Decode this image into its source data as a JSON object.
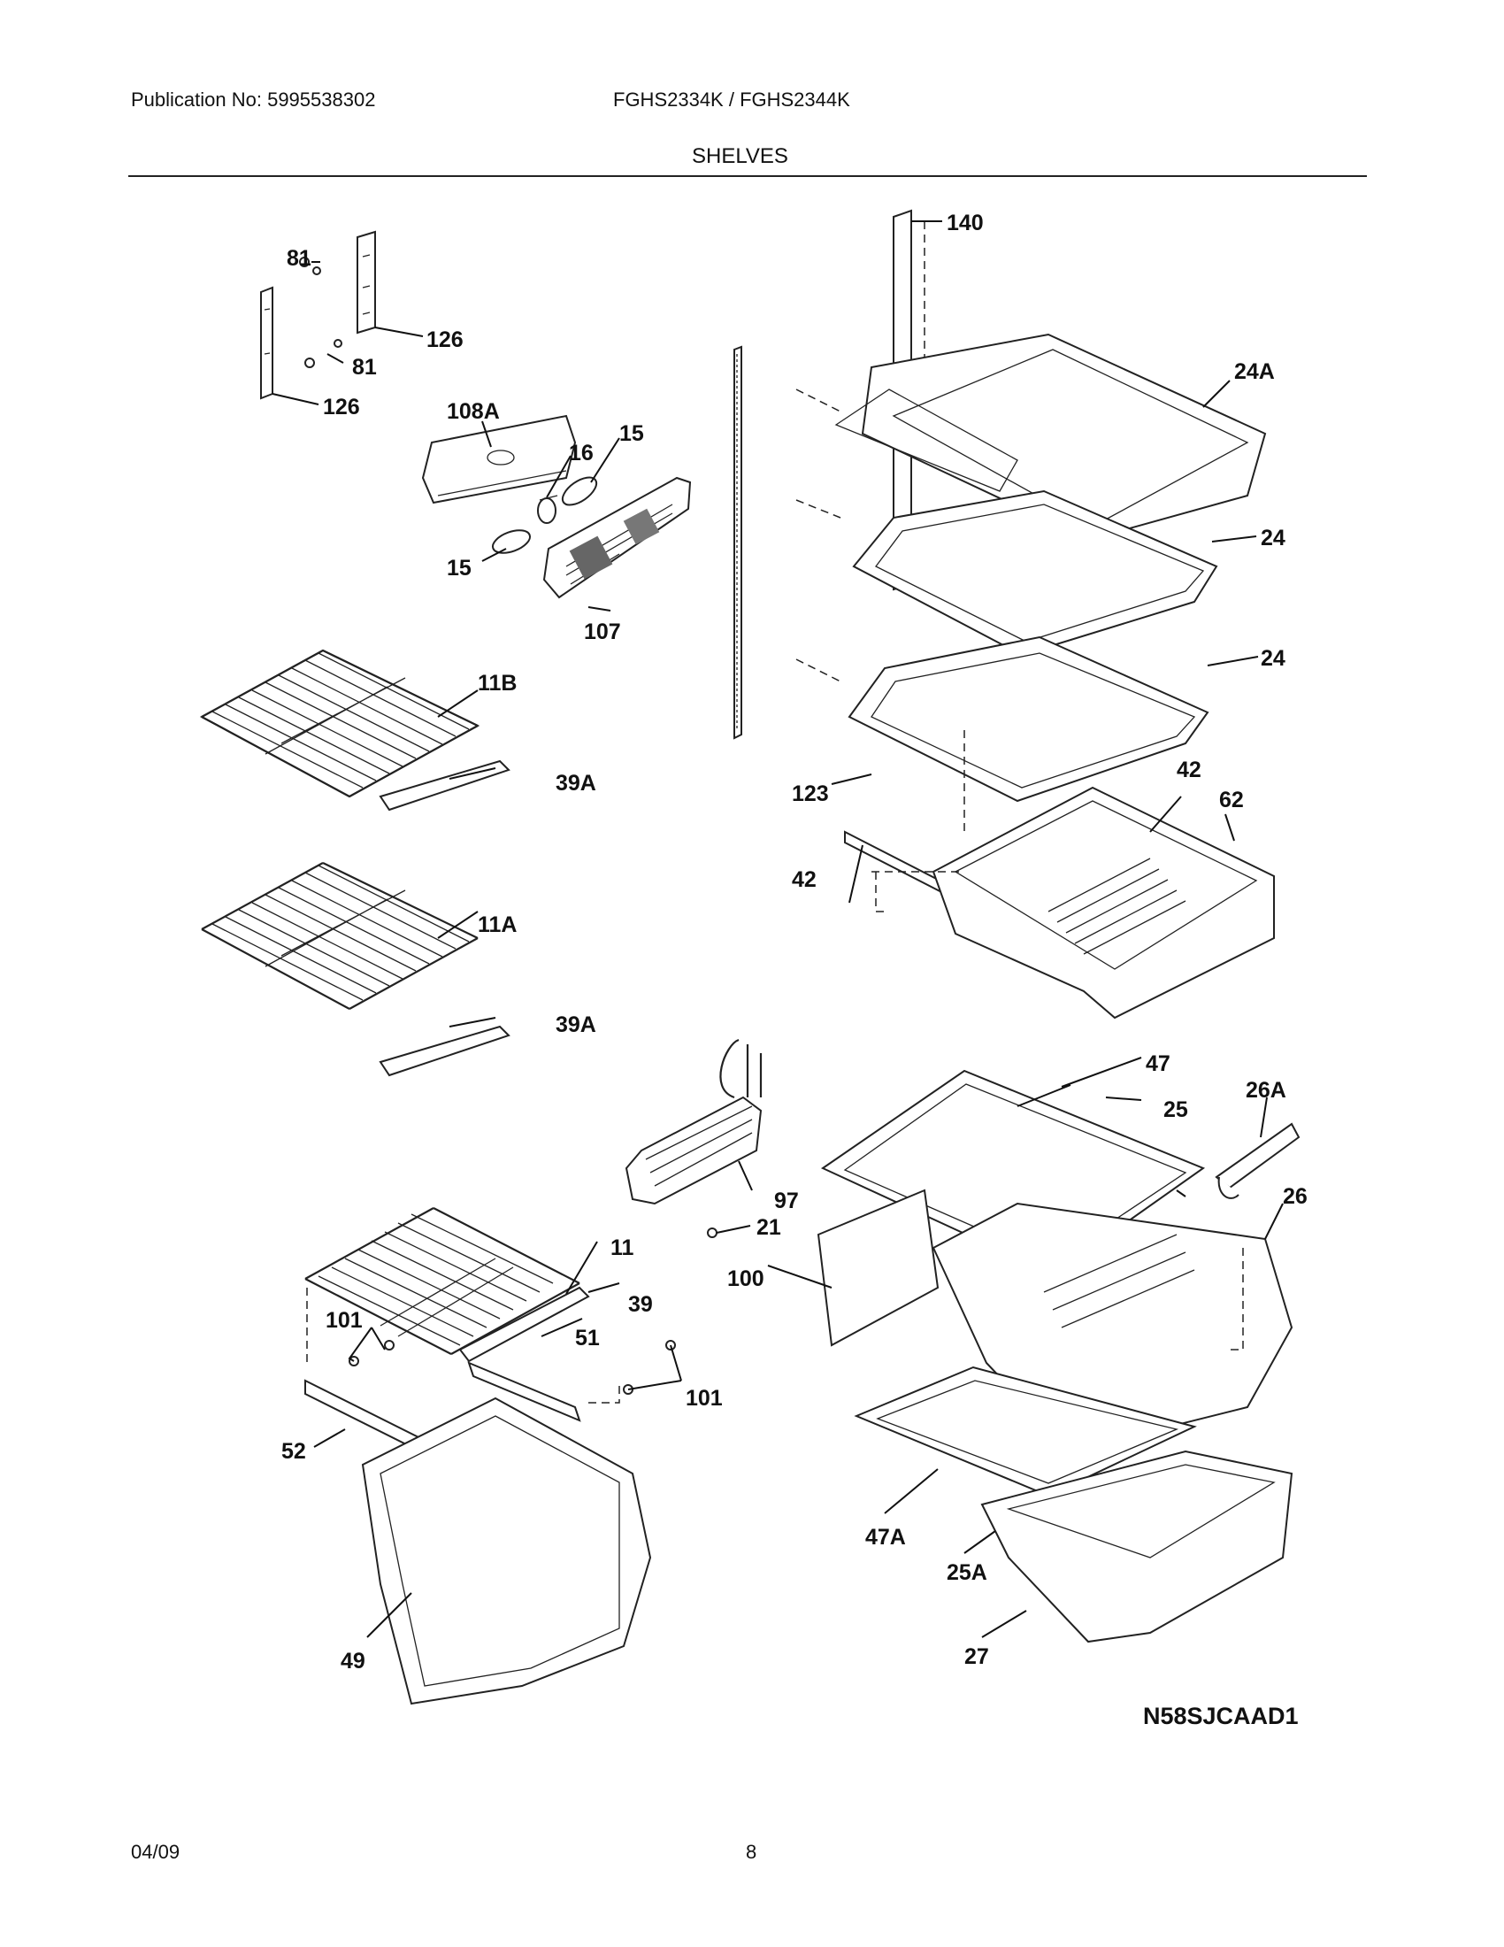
{
  "header": {
    "publication": "Publication No: 5995538302",
    "models": "FGHS2334K / FGHS2344K",
    "section_title": "SHELVES"
  },
  "diagram": {
    "code": "N58SJCAAD1",
    "callouts": [
      "81",
      "126",
      "81",
      "126",
      "108A",
      "16",
      "15",
      "15",
      "107",
      "140",
      "24A",
      "24",
      "24",
      "123",
      "42",
      "62",
      "42",
      "11B",
      "39A",
      "11A",
      "39A",
      "47",
      "25",
      "26A",
      "26",
      "97",
      "21",
      "100",
      "11",
      "39",
      "51",
      "101",
      "101",
      "52",
      "47A",
      "25A",
      "49",
      "27"
    ]
  },
  "footer": {
    "date": "04/09",
    "page": "8"
  }
}
